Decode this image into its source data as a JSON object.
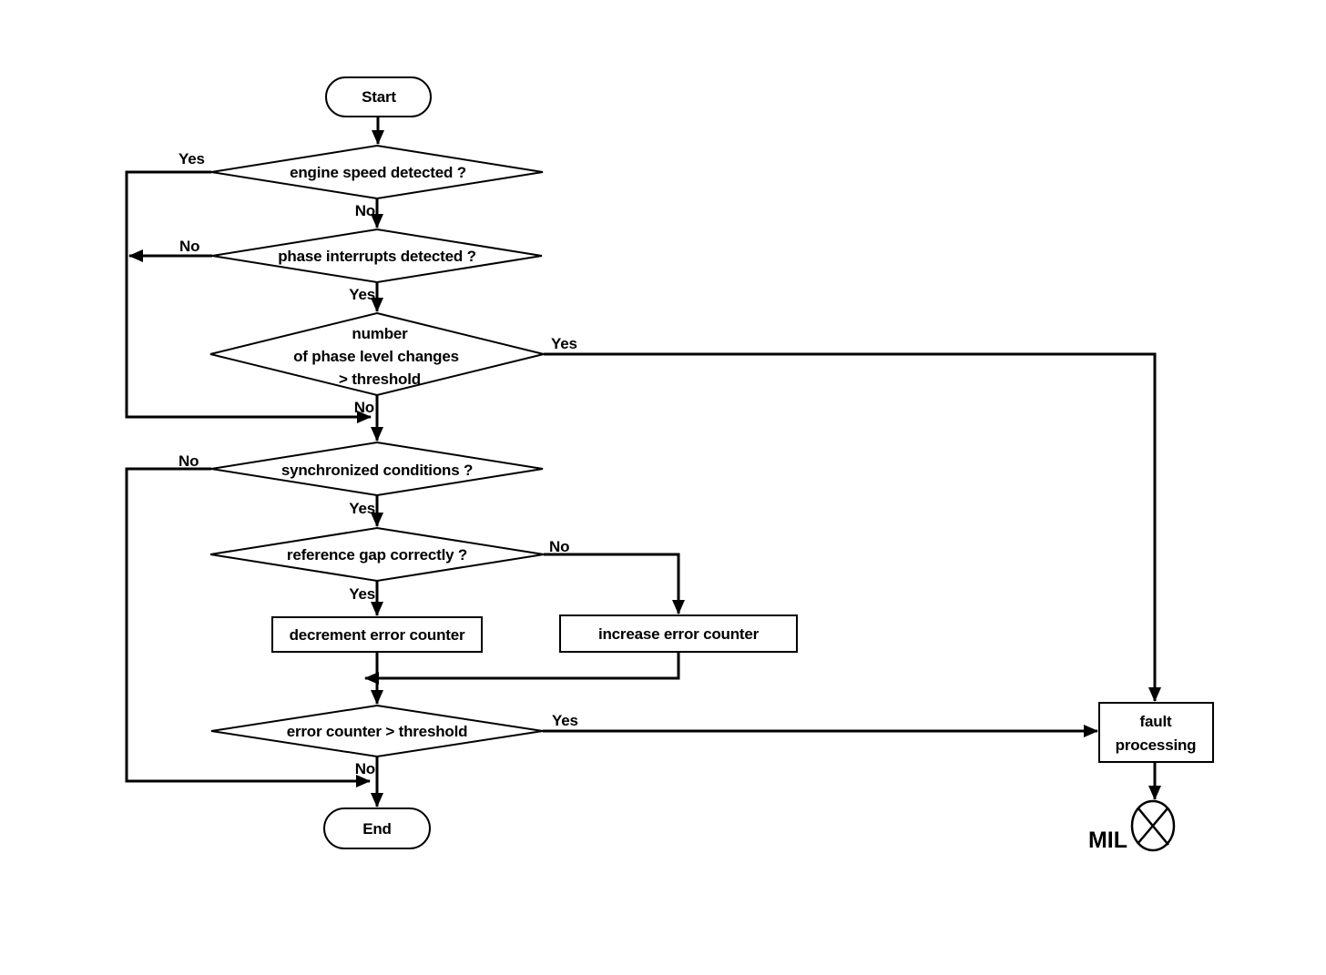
{
  "diagram": {
    "background_color": "#ffffff",
    "line_color": "#000000",
    "shape_fill_color": "#ffffff",
    "nodes": {
      "start": {
        "label": "Start"
      },
      "engine_speed": {
        "label": "engine speed detected ?"
      },
      "phase_interrupts": {
        "label": "phase interrupts detected ?"
      },
      "phase_level_changes": {
        "lines": [
          "number",
          "of phase level changes",
          "> threshold"
        ]
      },
      "synchronized": {
        "label": "synchronized conditions ?"
      },
      "reference_gap": {
        "label": "reference gap correctly ?"
      },
      "decrement_counter": {
        "label": "decrement error counter"
      },
      "increase_counter": {
        "label": "increase error counter"
      },
      "error_counter": {
        "label": "error counter > threshold"
      },
      "end": {
        "label": "End"
      },
      "fault_processing": {
        "lines": [
          "fault",
          "processing"
        ]
      },
      "mil": {
        "label": "MIL"
      }
    },
    "edge_labels": {
      "engine_speed_yes": "Yes",
      "engine_speed_no": "No",
      "phase_interrupts_no": "No",
      "phase_interrupts_yes": "Yes",
      "phase_level_changes_yes": "Yes",
      "phase_level_changes_no": "No",
      "synchronized_no": "No",
      "synchronized_yes": "Yes",
      "reference_gap_no": "No",
      "reference_gap_yes": "Yes",
      "error_counter_yes": "Yes",
      "error_counter_no": "No"
    }
  }
}
